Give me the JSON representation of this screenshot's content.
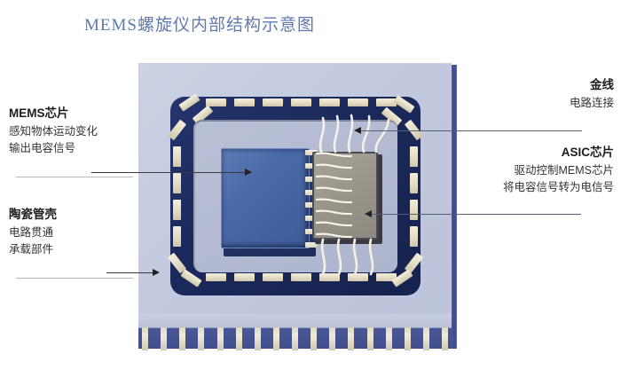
{
  "title": "MEMS螺旋仪内部结构示意图",
  "callouts": {
    "mems": {
      "title": "MEMS芯片",
      "lines": [
        "感知物体运动变化",
        "输出电容信号"
      ]
    },
    "ceramic": {
      "title": "陶瓷管壳",
      "lines": [
        "电路贯通",
        "承载部件"
      ]
    },
    "gold_wire": {
      "title": "金线",
      "lines": [
        "电路连接"
      ]
    },
    "asic": {
      "title": "ASIC芯片",
      "lines": [
        "驱动控制MEMS芯片",
        "将电容信号转为电信号"
      ]
    }
  },
  "diagram": {
    "package_label": "ceramic-package",
    "mems_die_label": "mems-die",
    "asic_die_label": "asic-die",
    "bond_wire_label": "gold-bond-wire",
    "pin_label": "package-pin",
    "pad_label": "contact-pad"
  },
  "colors": {
    "title_text": "#5f79ad",
    "panel_background": "#c3c9de",
    "ceramic_navy": "#1b2a5c",
    "pad_cream": "#e9e3cd",
    "mems_blue": "#4a6aa8",
    "asic_gray": "#9b968c",
    "wire_white": "#f4f1e4",
    "leader_line": "#3a3a3a",
    "body_text": "#2b2b2b"
  }
}
